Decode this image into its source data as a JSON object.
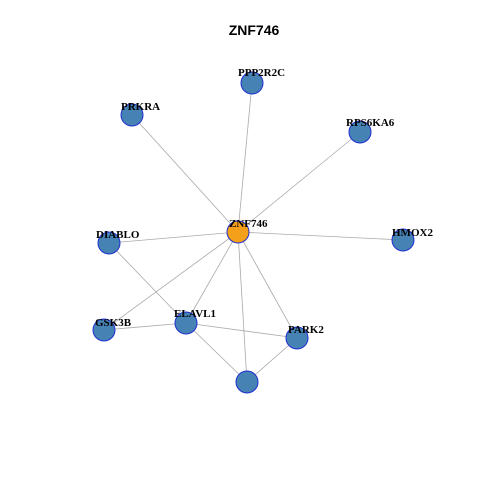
{
  "title": "ZNF746",
  "colors": {
    "center_node": "#f5a01a",
    "node": "#4682b4",
    "node_border": "#1f2fd0",
    "edge": "#aaaaaa"
  },
  "nodes": [
    {
      "id": "ZNF746",
      "label": "ZNF746",
      "center": true
    },
    {
      "id": "PPP2R2C",
      "label": "PPP2R2C"
    },
    {
      "id": "PRKRA",
      "label": "PRKRA"
    },
    {
      "id": "RPS6KA6",
      "label": "RPS6KA6"
    },
    {
      "id": "DIABLO",
      "label": "DIABLO"
    },
    {
      "id": "HMOX2",
      "label": "HMOX2"
    },
    {
      "id": "GSK3B",
      "label": "GSK3B"
    },
    {
      "id": "ELAVL1",
      "label": "ELAVL1"
    },
    {
      "id": "PARK2",
      "label": "PARK2"
    },
    {
      "id": "UNLABELED",
      "label": ""
    }
  ],
  "edges": [
    [
      "ZNF746",
      "PPP2R2C"
    ],
    [
      "ZNF746",
      "PRKRA"
    ],
    [
      "ZNF746",
      "RPS6KA6"
    ],
    [
      "ZNF746",
      "DIABLO"
    ],
    [
      "ZNF746",
      "HMOX2"
    ],
    [
      "ZNF746",
      "GSK3B"
    ],
    [
      "ZNF746",
      "ELAVL1"
    ],
    [
      "ZNF746",
      "PARK2"
    ],
    [
      "ZNF746",
      "UNLABELED"
    ],
    [
      "DIABLO",
      "ELAVL1"
    ],
    [
      "GSK3B",
      "ELAVL1"
    ],
    [
      "ELAVL1",
      "PARK2"
    ],
    [
      "ELAVL1",
      "UNLABELED"
    ],
    [
      "PARK2",
      "UNLABELED"
    ]
  ]
}
